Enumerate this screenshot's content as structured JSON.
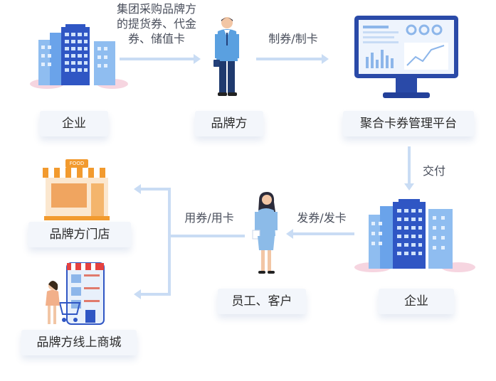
{
  "nodes": {
    "enterprise_top": "企业",
    "brand": "品牌方",
    "platform": "聚合卡券管理平台",
    "enterprise_bottom": "企业",
    "staff_customers": "员工、客户",
    "brand_store": "品牌方门店",
    "brand_mall": "品牌方线上商城"
  },
  "edges": {
    "purchase_line1": "集团采购品牌方",
    "purchase_line2": "的提货券、代金",
    "purchase_line3": "券、储值卡",
    "make_cards": "制券/制卡",
    "deliver": "交付",
    "issue_cards": "发券/发卡",
    "use_cards": "用券/用卡"
  },
  "icons": {
    "store_sign": "FOOD"
  },
  "colors": {
    "arrow": "#c9dcf4",
    "label_bg": "#f3f6fb",
    "building_dark": "#2f56c4",
    "building_light": "#7fb2ee",
    "monitor": "#2a4aa8",
    "awning": "#f29a2e"
  }
}
